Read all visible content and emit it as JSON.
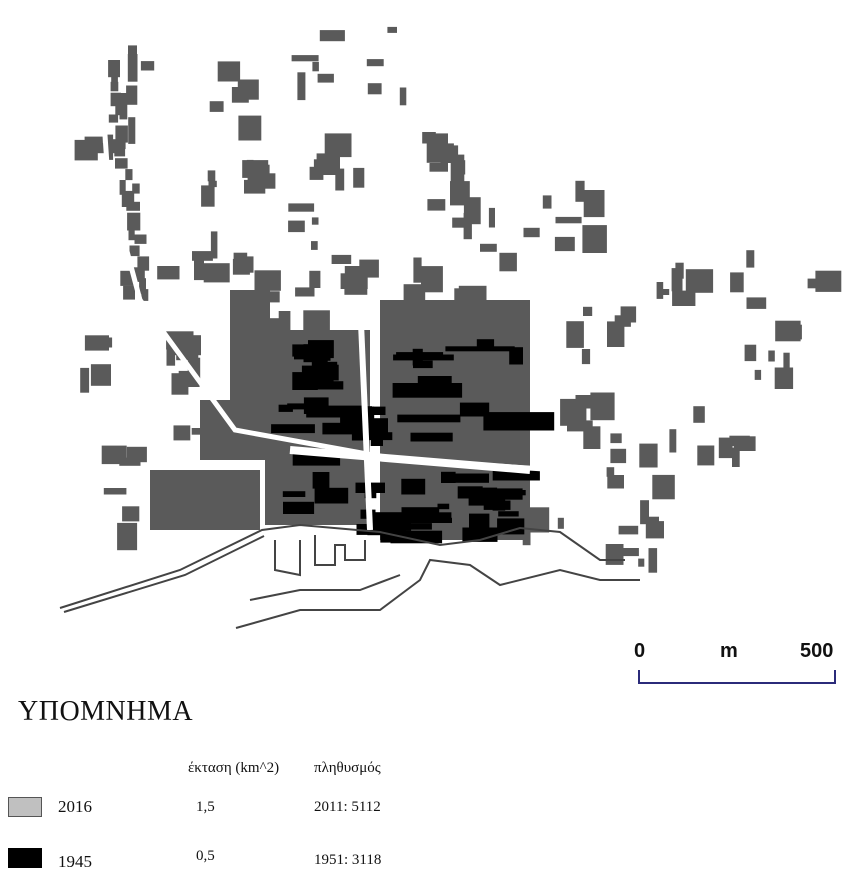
{
  "colors": {
    "built_2016": "#5a5a5a",
    "built_1945": "#000000",
    "legend_2016": "#c0c0c0",
    "roads": "#ffffff",
    "coast": "#444444"
  },
  "scalebar": {
    "zero": "0",
    "unit": "m",
    "max": "500"
  },
  "legend": {
    "title": "ΥΠΟΜΝΗΜΑ",
    "headers": {
      "area": "έκταση (km^2)",
      "population": "πληθυσμός"
    },
    "rows": [
      {
        "year": "2016",
        "area": "1,5",
        "population": "2011: 5112"
      },
      {
        "year": "1945",
        "area": "0,5",
        "population": "1951: 3118"
      }
    ]
  }
}
